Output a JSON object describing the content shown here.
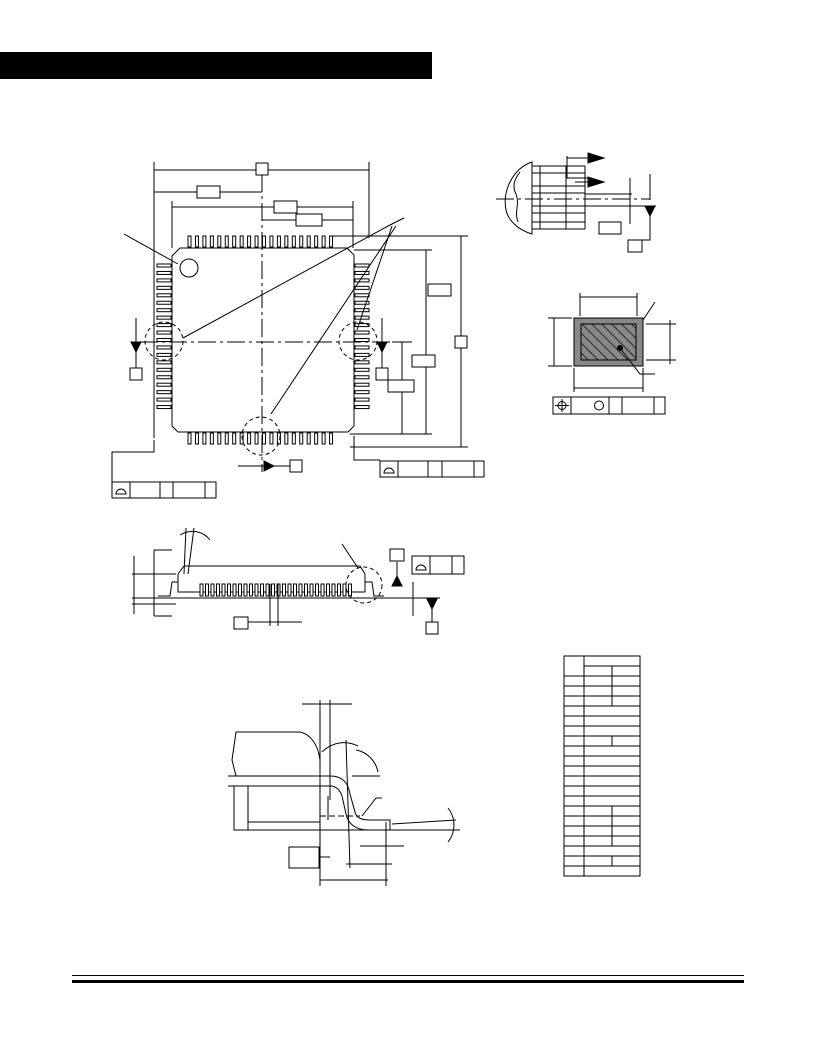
{
  "document": {
    "header_bar_text": "",
    "footer_text": ""
  },
  "drawings": [
    {
      "id": "top-view",
      "labels": []
    },
    {
      "id": "lead-pitch-detail",
      "labels": []
    },
    {
      "id": "lead-section",
      "labels": []
    },
    {
      "id": "side-view",
      "labels": []
    },
    {
      "id": "lead-profile-detail",
      "labels": []
    }
  ],
  "dimension_table": {
    "rows": 21,
    "columns": 3,
    "cells": []
  }
}
